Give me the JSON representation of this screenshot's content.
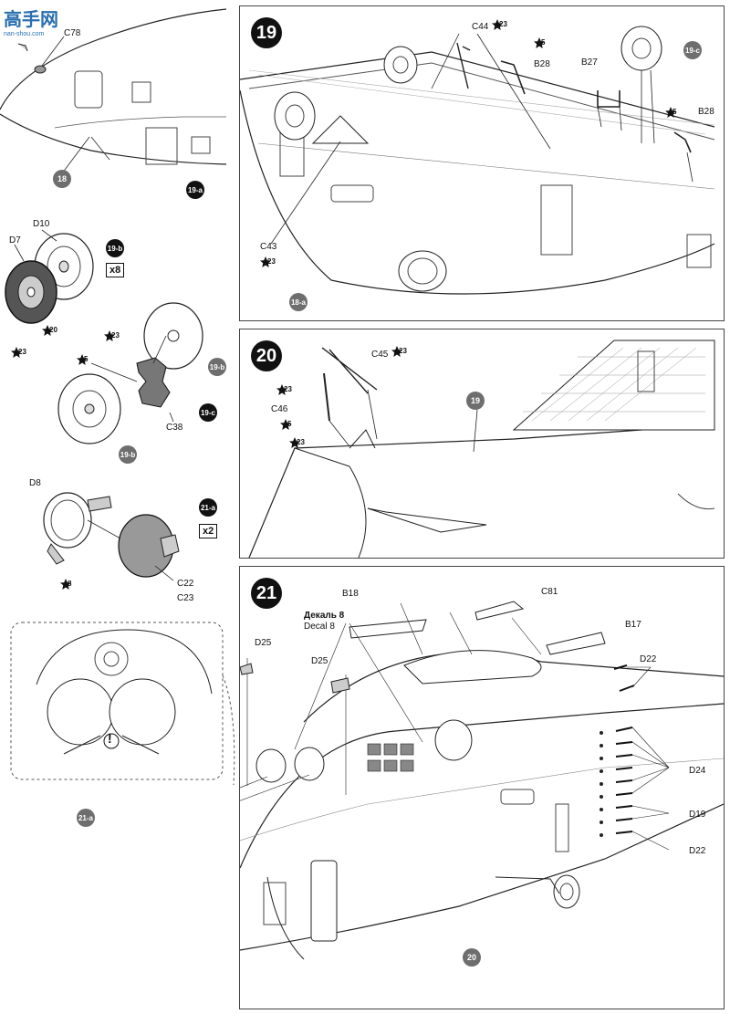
{
  "watermark": {
    "text": "高手网",
    "url": "nan-shou.com"
  },
  "top_left": {
    "labels": {
      "c78": "C78"
    },
    "refs": {
      "r18": "18",
      "step": "19-a"
    }
  },
  "left_col": {
    "w1": {
      "d10": "D10",
      "d7": "D7",
      "step": "19-b",
      "mult": "x8",
      "star1": "23",
      "star2": "20"
    },
    "w2": {
      "c38": "C38",
      "star1": "23",
      "star2": "5",
      "ref1": "19-b",
      "ref2": "19-b",
      "step": "19-c"
    },
    "w3": {
      "d8": "D8",
      "c22": "C22",
      "c23": "C23",
      "step": "21-a",
      "mult": "x2",
      "star1": "8"
    },
    "detail": {
      "mark": "!"
    }
  },
  "step19": {
    "number": "19",
    "labels": {
      "c44": "C44",
      "b28a": "B28",
      "b27": "B27",
      "b28b": "B28",
      "c43": "C43"
    },
    "stars": {
      "s1": "23",
      "s2": "5",
      "s3": "5",
      "s4": "23"
    },
    "refs": {
      "r19c": "19-c",
      "r18a": "18-a"
    }
  },
  "step20": {
    "number": "20",
    "labels": {
      "c45": "C45",
      "c46": "C46"
    },
    "stars": {
      "s1": "23",
      "s2": "23",
      "s3": "5",
      "s4": "23"
    },
    "refs": {
      "r19": "19"
    }
  },
  "step21": {
    "number": "21",
    "labels": {
      "b18": "B18",
      "c81": "C81",
      "b17": "B17",
      "decal_ru": "Декаль 8",
      "decal_en": "Decal 8",
      "d25a": "D25",
      "d25b": "D25",
      "d22a": "D22",
      "d24": "D24",
      "d19": "D19",
      "d22b": "D22"
    },
    "refs": {
      "r21a": "21-a",
      "r20": "20"
    }
  }
}
